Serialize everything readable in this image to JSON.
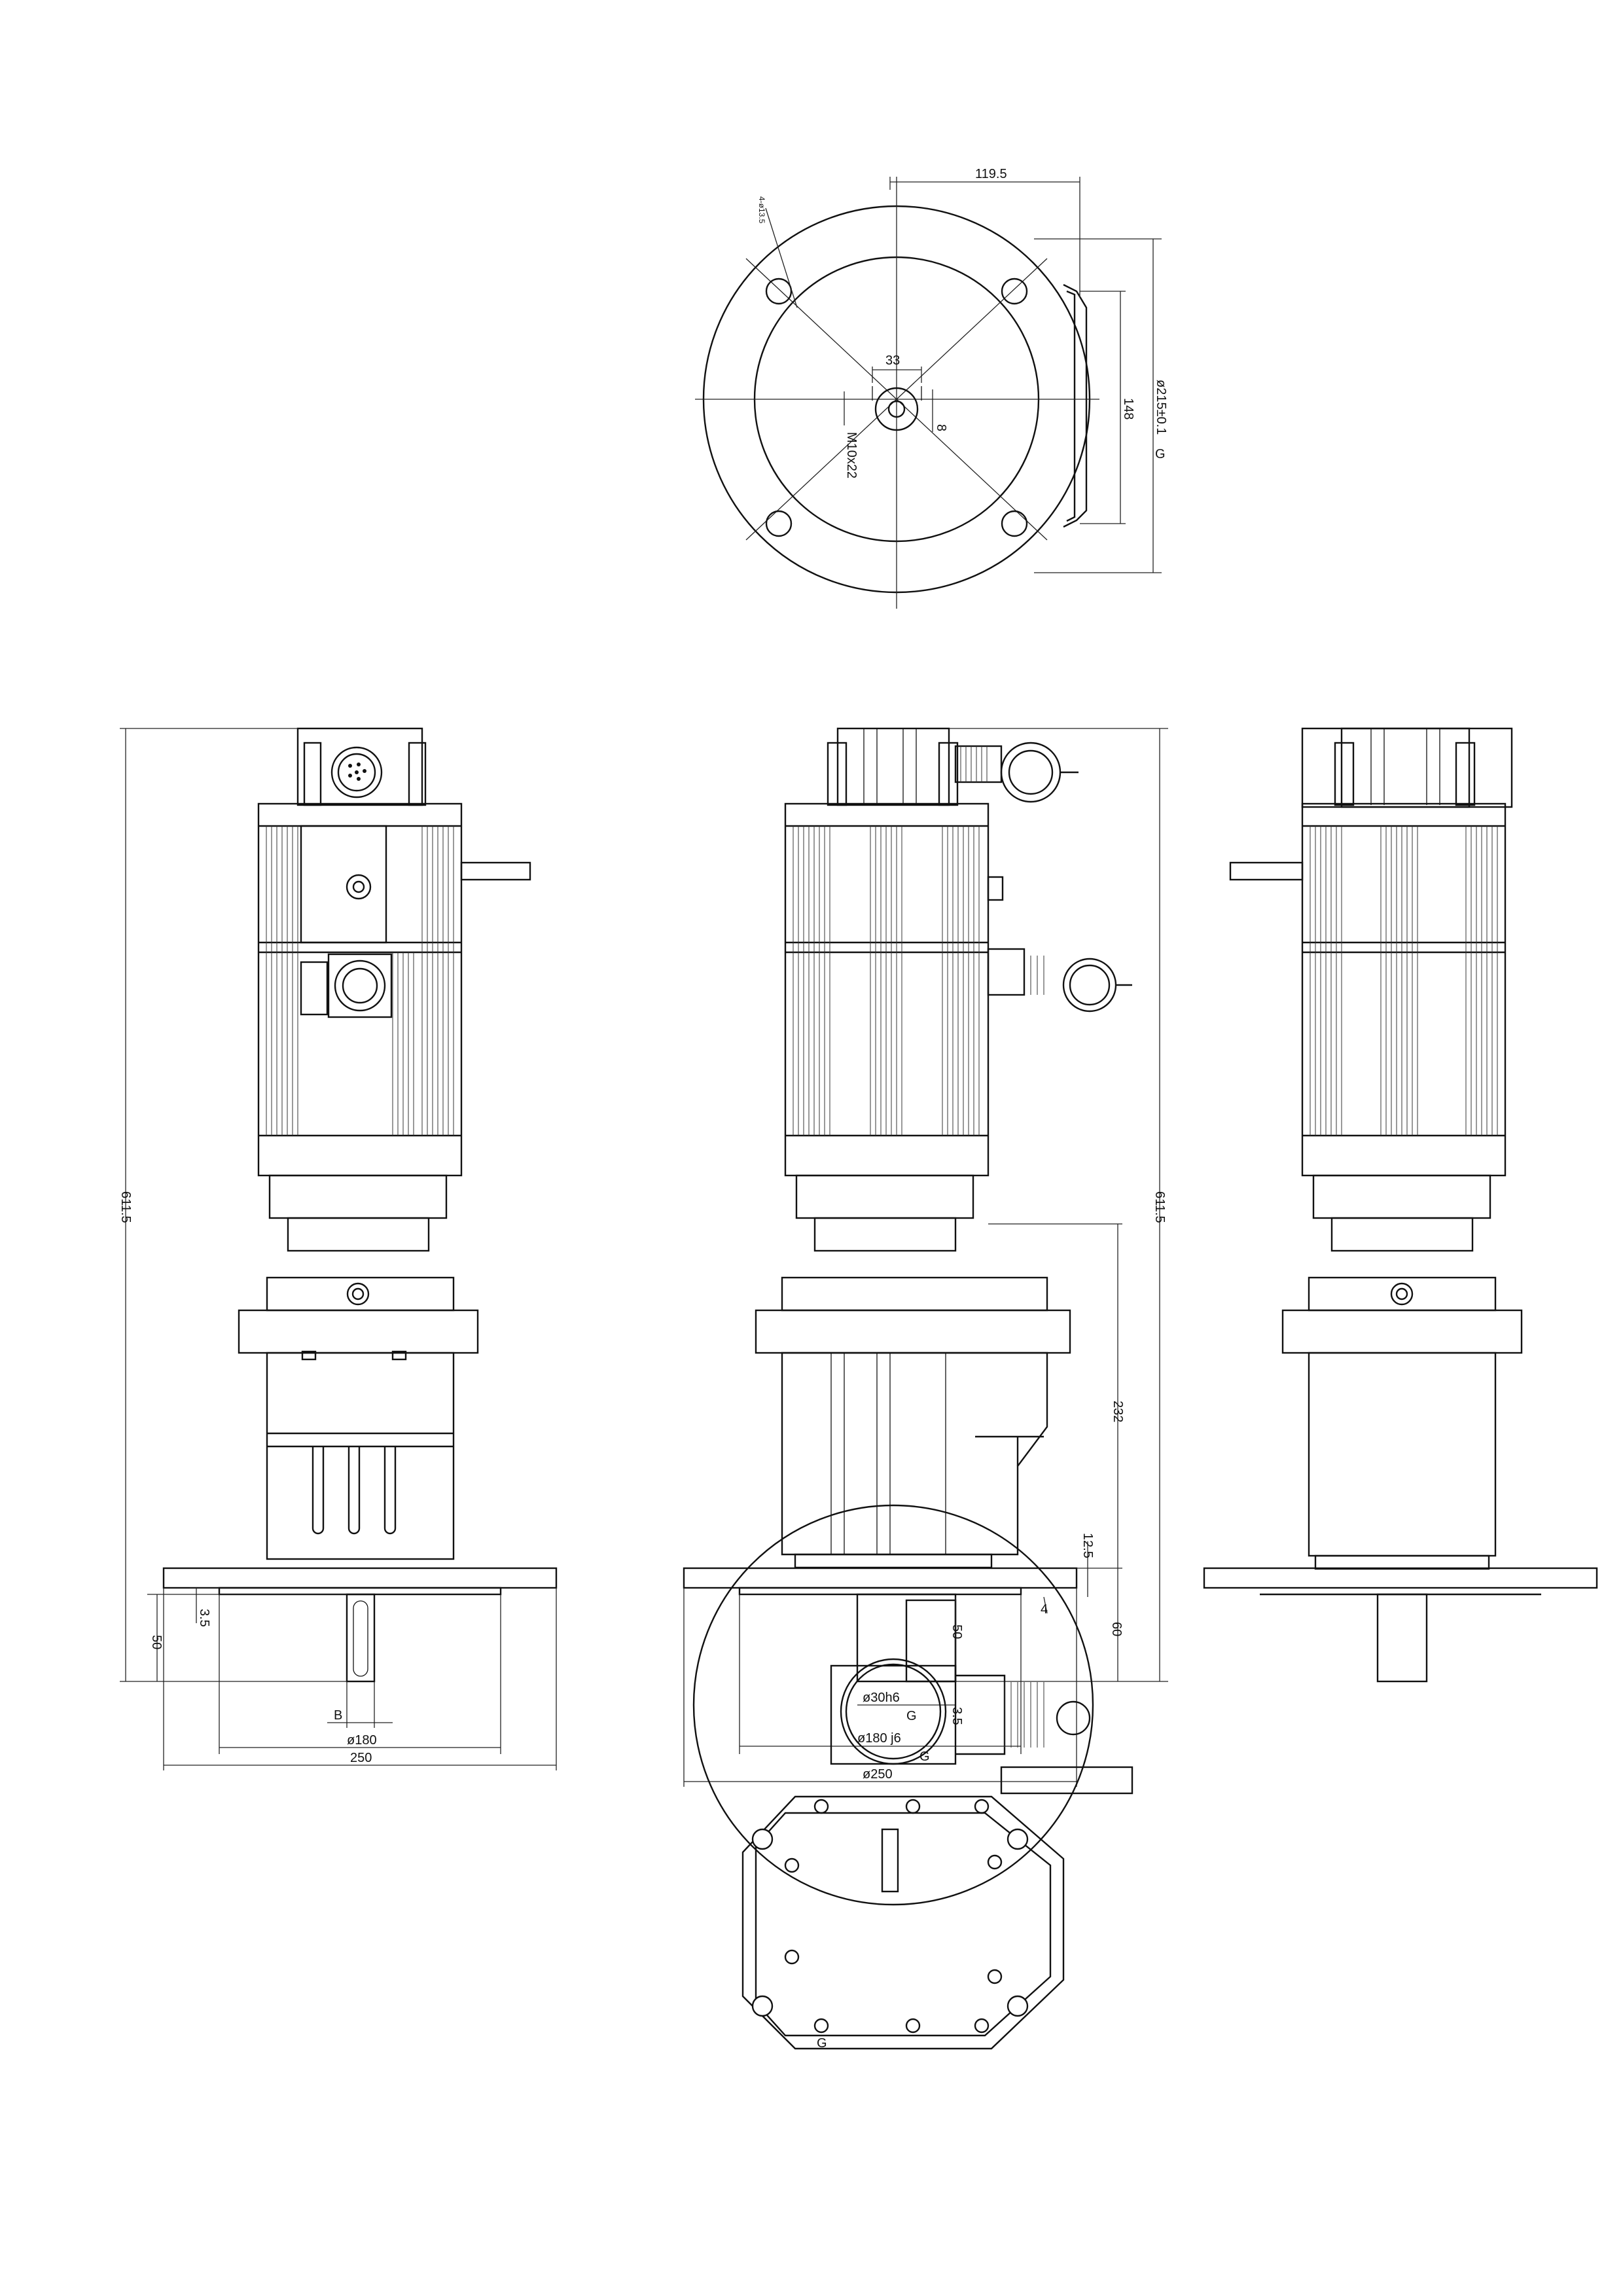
{
  "dims": {
    "top_width": "119.5",
    "top_flange_dia": "ø215±0.1",
    "top_height": "148",
    "top_shaft_offset": "33",
    "top_thread": "M10x22",
    "top_key": "8",
    "top_hole": "4-ø13.5",
    "left_total_height": "611.5",
    "left_shaft_len": "50",
    "left_shoulder": "3.5",
    "left_key": "B",
    "left_pilot_dia": "ø180",
    "left_flange_width": "250",
    "mid_total_height": "611.5",
    "mid_gearbox_height": "232",
    "mid_flange_thk": "12.5",
    "mid_spigot": "4",
    "mid_shaft_len": "50",
    "mid_shaft_block": "60",
    "mid_shoulder": "3.5",
    "mid_shaft_dia": "ø30h6",
    "mid_pilot_dia": "ø180 j6",
    "mid_flange_dia": "ø250",
    "datum": "G"
  }
}
